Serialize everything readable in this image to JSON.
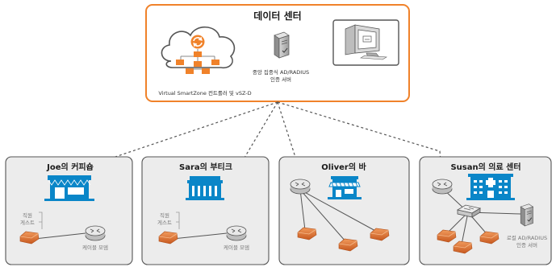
{
  "data_center": {
    "title": "데이터 센터",
    "controller_label": "Virtual SmartZone 컨트롤러 및 vSZ-D",
    "server_label_line1": "중앙 집중식 AD/RADIUS",
    "server_label_line2": "인증 서버",
    "server_icon": "server-tower-icon",
    "workstation_icon": "computer-monitor-icon"
  },
  "sites": [
    {
      "title": "Joe의 커피숍",
      "label_staff": "직원",
      "label_guest": "게스트",
      "modem_label": "케이블 모뎀",
      "building_icon": "storefront-icon"
    },
    {
      "title": "Sara의 부티크",
      "label_staff": "직원",
      "label_guest": "게스트",
      "modem_label": "케이블 모뎀",
      "building_icon": "boutique-icon"
    },
    {
      "title": "Oliver의 바",
      "building_icon": "bar-building-icon"
    },
    {
      "title": "Susan의 의료 센터",
      "server_label_line1": "로컬 AD/RADIUS",
      "server_label_line2": "인증 서버",
      "building_icon": "medical-building-icon"
    }
  ],
  "colors": {
    "accent_orange": "#f0822a",
    "building_blue": "#0a86c8",
    "ap_orange": "#e47a3c",
    "site_bg": "#ececec",
    "site_border": "#555555",
    "link_line": "#555555"
  }
}
